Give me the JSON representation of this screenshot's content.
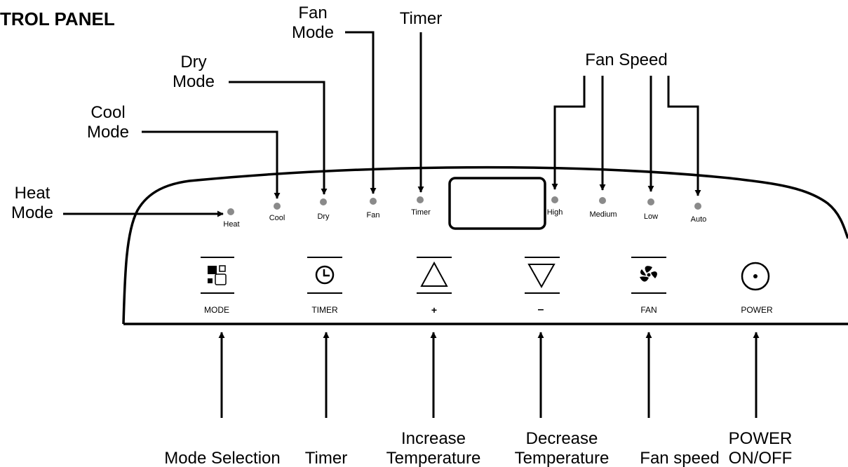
{
  "title": "TROL PANEL",
  "callouts": {
    "heat_mode": "Heat\nMode",
    "cool_mode": "Cool\nMode",
    "dry_mode": "Dry\nMode",
    "fan_mode": "Fan\nMode",
    "timer": "Timer",
    "fan_speed": "Fan Speed"
  },
  "indicators": {
    "heat": "Heat",
    "cool": "Cool",
    "dry": "Dry",
    "fan": "Fan",
    "timer": "Timer",
    "high": "High",
    "medium": "Medium",
    "low": "Low",
    "auto": "Auto"
  },
  "buttons": {
    "mode": "MODE",
    "timer": "TIMER",
    "plus": "+",
    "minus": "–",
    "fan": "FAN",
    "power": "POWER"
  },
  "functions": {
    "mode_selection": "Mode Selection",
    "timer": "Timer",
    "increase_temp": "Increase\nTemperature",
    "decrease_temp": "Decrease\nTemperature",
    "fan_speed": "Fan speed",
    "power": "POWER\nON/OFF"
  },
  "colors": {
    "ink": "#000000",
    "led": "#8a8a8a"
  }
}
